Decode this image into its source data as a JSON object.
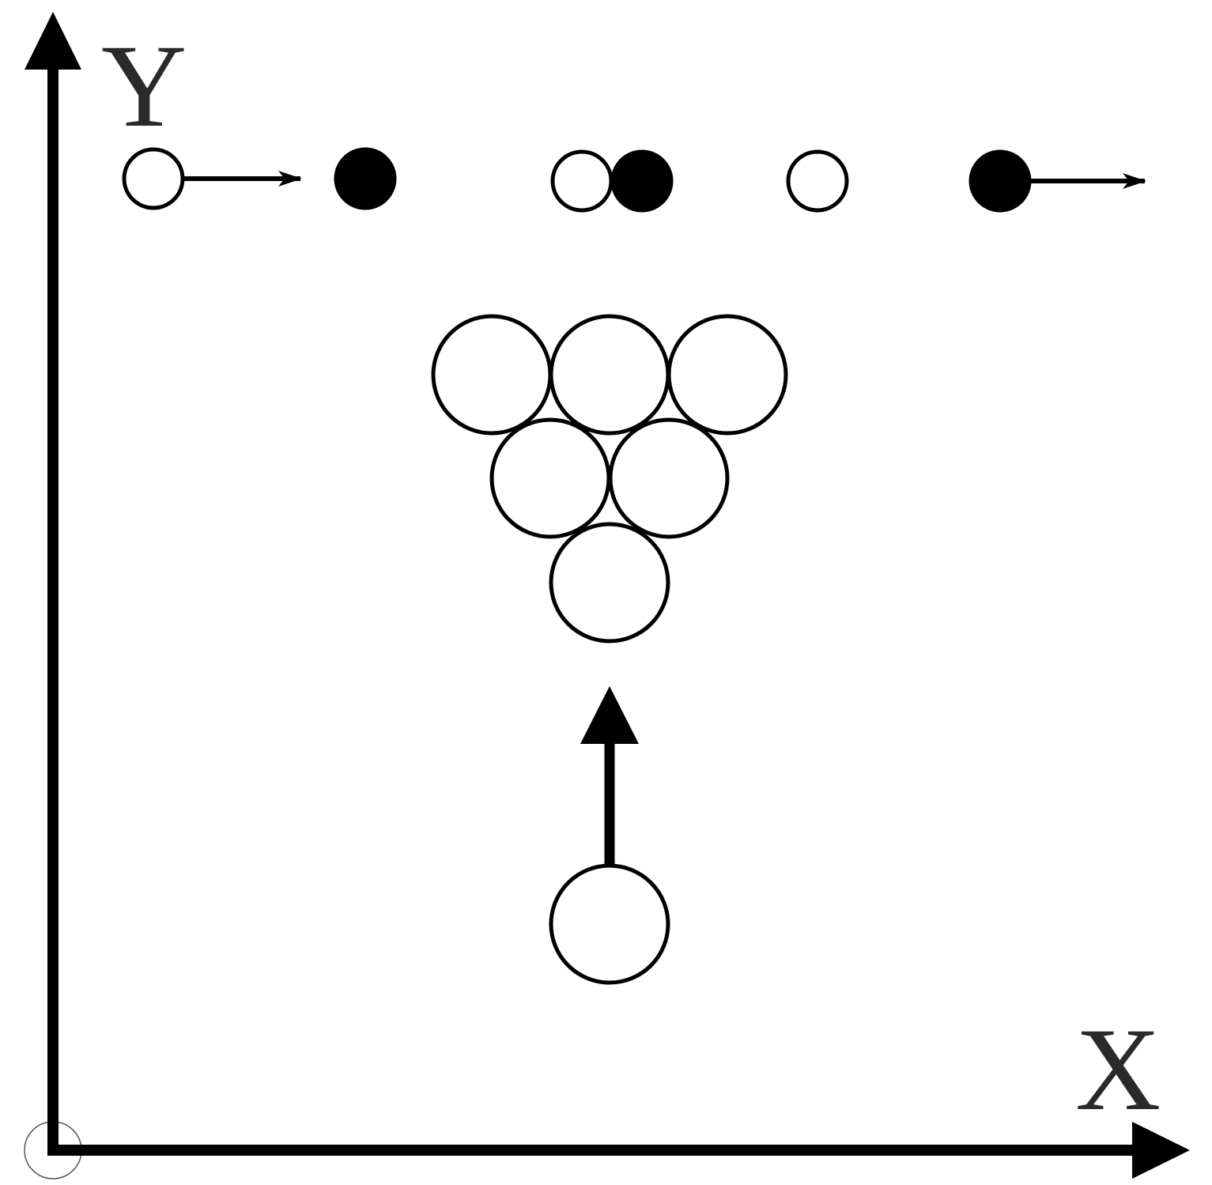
{
  "axes": {
    "x_label": "X",
    "y_label": "Y"
  },
  "colors": {
    "ink": "#000000",
    "label": "#2a2a2a",
    "background": "#ffffff"
  },
  "trajectory_balls": [
    {
      "fill": "open"
    },
    {
      "fill": "solid"
    },
    {
      "fill": "open"
    },
    {
      "fill": "solid"
    },
    {
      "fill": "open"
    },
    {
      "fill": "solid"
    }
  ],
  "rack": {
    "rows": [
      3,
      2,
      1
    ]
  },
  "cue_ball": {
    "fill": "open",
    "direction": "up"
  }
}
